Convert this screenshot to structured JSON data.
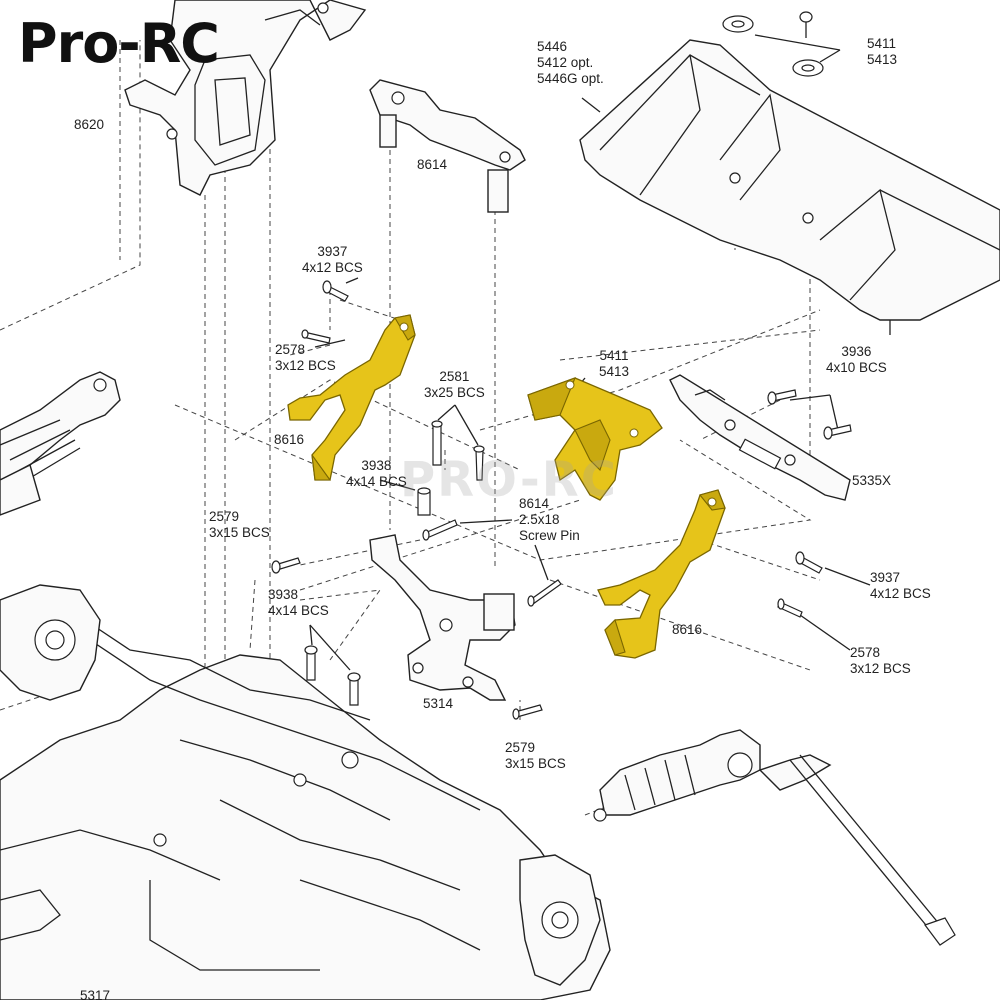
{
  "brand": {
    "text": "Pro-RC",
    "color": "#111111"
  },
  "watermark": {
    "text": "PRO-RC"
  },
  "colors": {
    "highlight": "#e6c41a",
    "highlight_stroke": "#8a7300",
    "line": "#222222"
  },
  "callouts": {
    "c8620": [
      "8620"
    ],
    "c8614top": [
      "8614"
    ],
    "c5446": [
      "5446",
      "5412 opt.",
      "5446G opt."
    ],
    "c5411top": [
      "5411",
      "5413"
    ],
    "c3937a": [
      "3937",
      "4x12 BCS"
    ],
    "c2578a": [
      "2578",
      "3x12 BCS"
    ],
    "c8616a": [
      "8616"
    ],
    "c2581": [
      "2581",
      "3x25 BCS"
    ],
    "c3938a": [
      "3938",
      "4x14 BCS"
    ],
    "c5411mid": [
      "5411",
      "5413"
    ],
    "c3936": [
      "3936",
      "4x10 BCS"
    ],
    "c5335x": [
      "5335X"
    ],
    "c2579a": [
      "2579",
      "3x15 BCS"
    ],
    "c8614pin": [
      "8614",
      "2.5x18",
      "Screw Pin"
    ],
    "c3938b": [
      "3938",
      "4x14 BCS"
    ],
    "c3937b": [
      "3937",
      "4x12 BCS"
    ],
    "c8616b": [
      "8616"
    ],
    "c2578b": [
      "2578",
      "3x12 BCS"
    ],
    "c5314": [
      "5314"
    ],
    "c2579b": [
      "2579",
      "3x15 BCS"
    ],
    "c5317": [
      "5317"
    ]
  }
}
